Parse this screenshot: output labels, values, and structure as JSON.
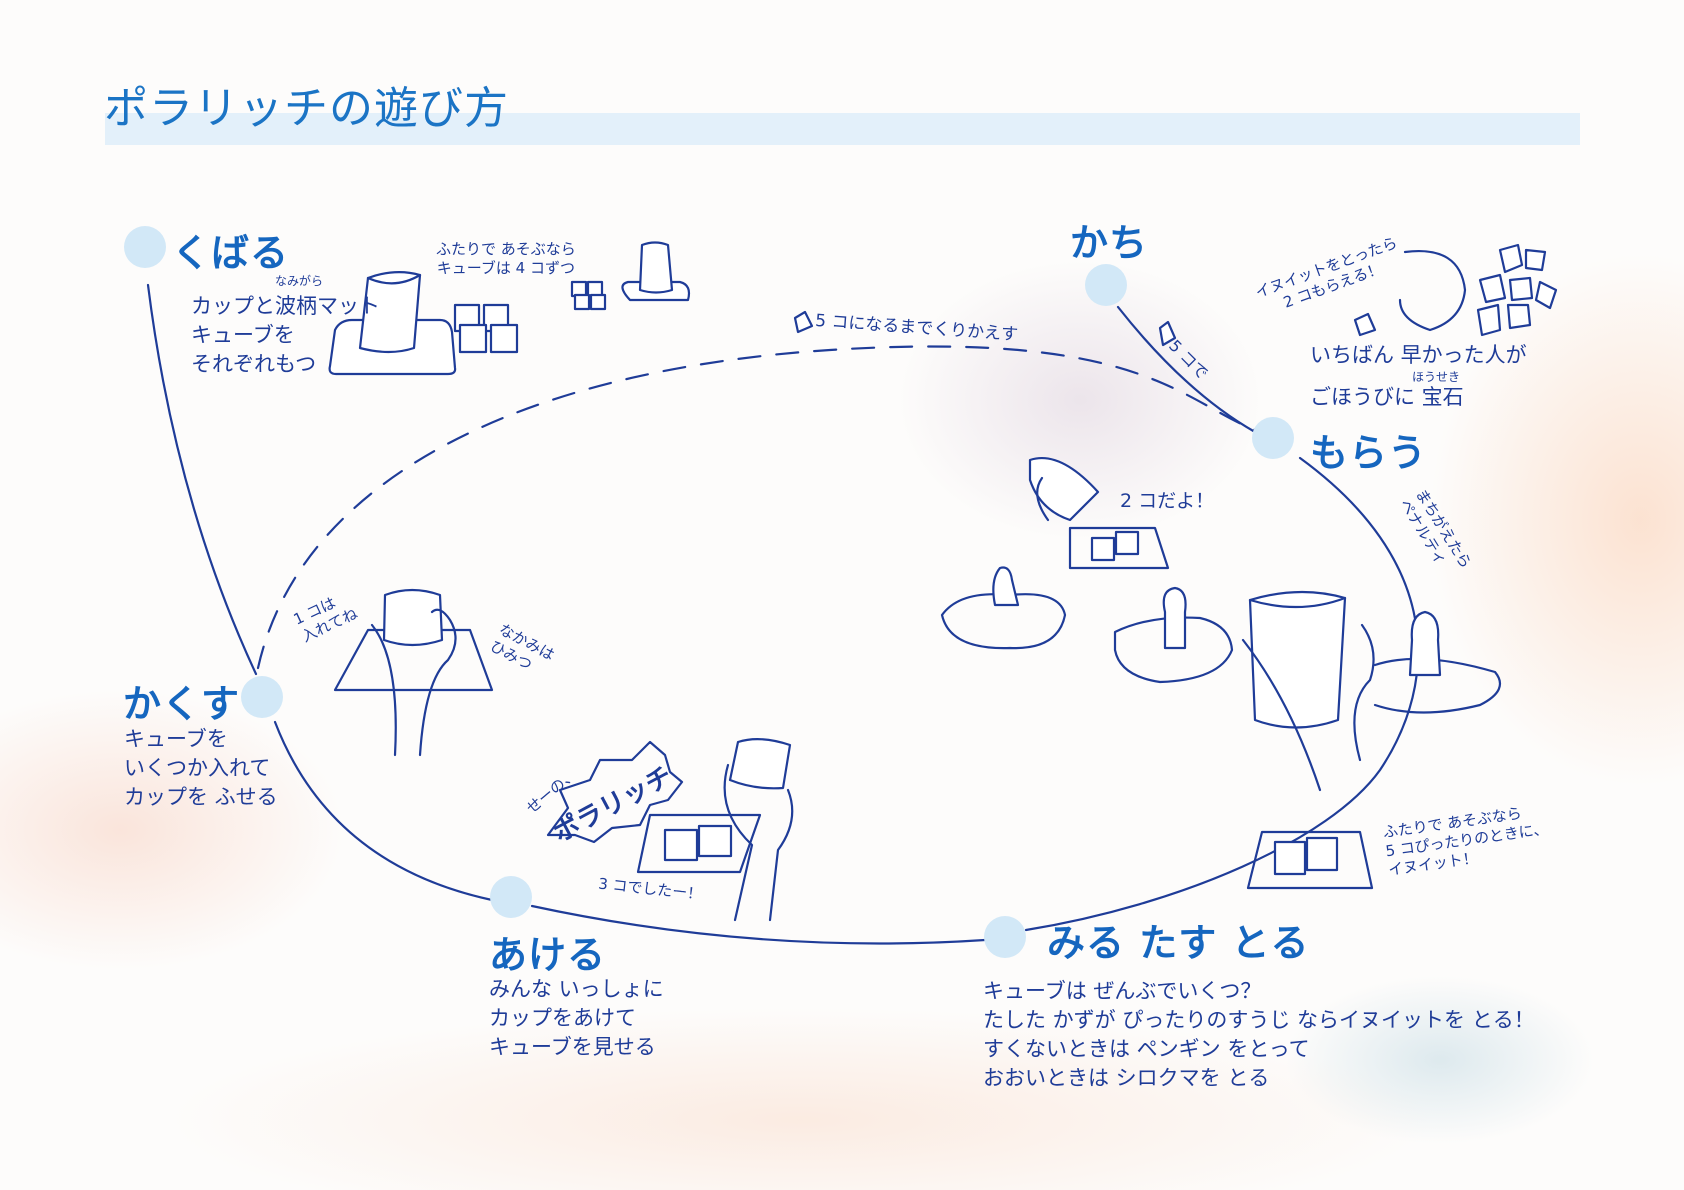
{
  "title": "ポラリッチの遊び方",
  "colors": {
    "accent": "#1566bf",
    "text": "#1f3c98",
    "dot": "#d2e8f7",
    "title_bar": "#e3f0fa"
  },
  "steps": {
    "kubaru": {
      "heading": "くばる",
      "ruby": "なみがら",
      "body": "カップと波柄マット\nキューブを\nそれぞれもつ",
      "note": "ふたりで あそぶなら\nキューブは 4 コずつ"
    },
    "kakusu": {
      "heading": "かくす",
      "body": "キューブを\nいくつか入れて\nカップを ふせる",
      "note_left": "1 コは\n入れてね",
      "note_right": "なかみは\nひみつ"
    },
    "akeru": {
      "heading": "あける",
      "body": "みんな いっしょに\nカップをあけて\nキューブを見せる",
      "shout_small": "せーの、",
      "shout_big": "ポラリッチ",
      "note": "3 コでしたー！"
    },
    "miru": {
      "heading": "みる たす とる",
      "body": "キューブは ぜんぶでいくつ？\nたした かずが ぴったりのすうじ ならイヌイットを とる！\nすくないときは ペンギン をとって\nおおいときは シロクマを とる",
      "note": "ふたりで あそぶなら\n5 コぴったりのときに、\nイヌイット！",
      "penalty": "まちがえたら\nペナルティ",
      "count_note": "2 コだよ！"
    },
    "morau": {
      "heading": "もらう",
      "body": "いちばん 早かった人が\nごほうびに 宝石",
      "ruby": "ほうせき",
      "note": "イヌイットをとったら\n2 コもらえる！"
    },
    "kachi": {
      "heading": "かち",
      "note": "5 コで"
    }
  },
  "loop_note": "5 コになるまでくりかえす"
}
